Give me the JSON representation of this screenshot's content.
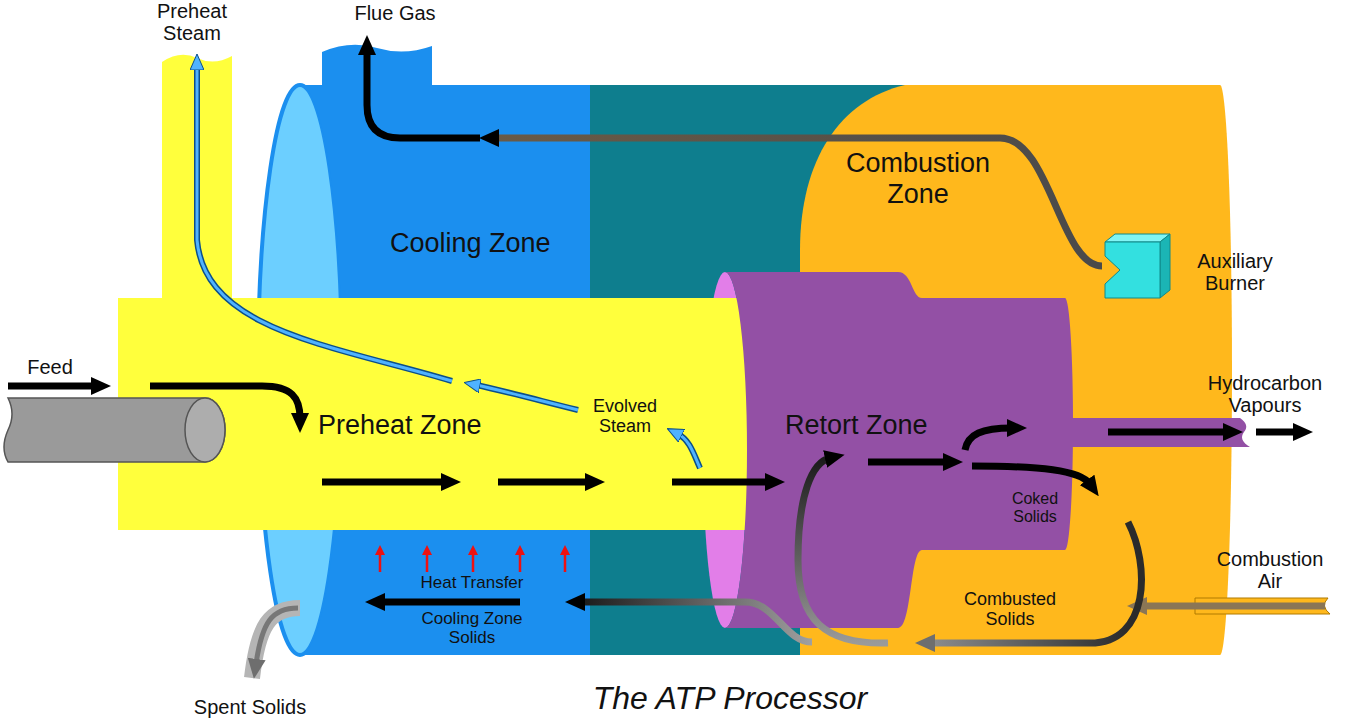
{
  "diagram": {
    "caption": "The ATP Processor",
    "nodes": [
      {
        "text": [
          "Cooling Zone"
        ]
      },
      {
        "text": [
          "Combustion Zone"
        ]
      },
      {
        "text": [
          "Preheat Zone"
        ]
      },
      {
        "text": [
          "Retort Zone"
        ]
      }
    ],
    "edges": [
      {
        "from": 2,
        "to": 3,
        "arrow": "to"
      }
    ],
    "labels": [
      "Flue Gas",
      "Preheat Steam",
      "Auxiliary Burner",
      "Feed",
      "Evolved Steam",
      "Hydrocarbon Vapours",
      "Coked Solids",
      "Combustion Air",
      "Combusted Solids",
      "Heat Transfer",
      "Cooling Zone Solids",
      "Spent Solids"
    ]
  }
}
